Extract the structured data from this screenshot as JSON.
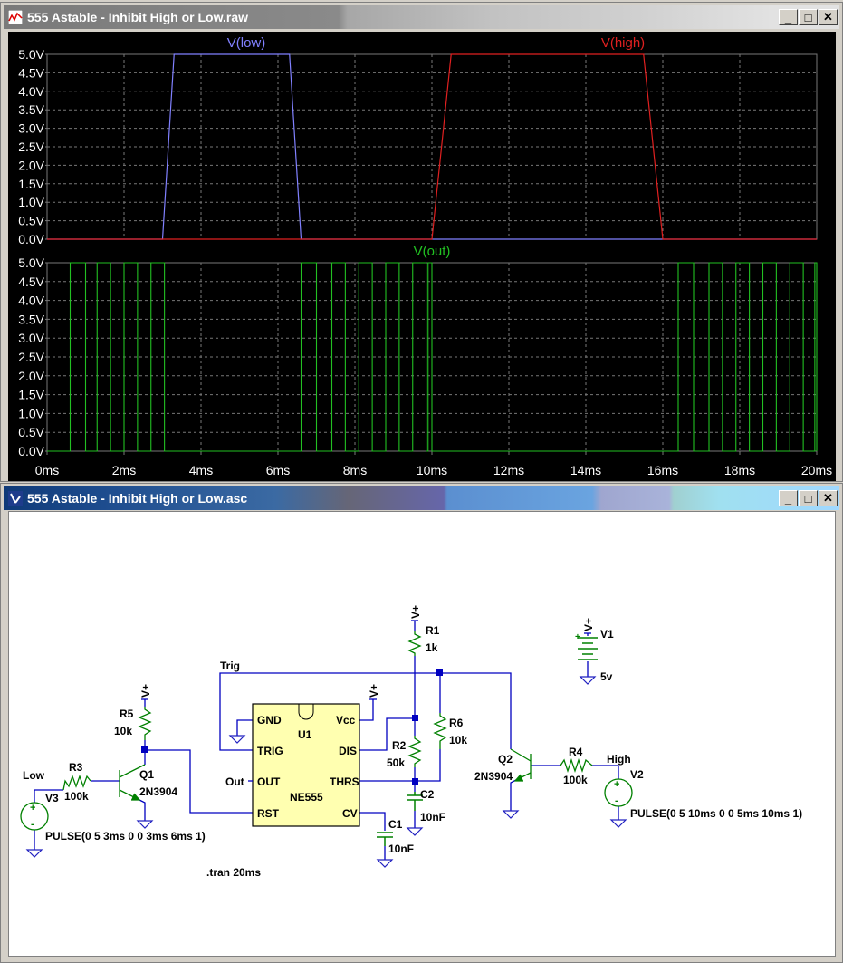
{
  "windows": {
    "waveform": {
      "title": "555 Astable - Inhibit High or Low.raw",
      "icon": "waveform-icon"
    },
    "schematic": {
      "title": "555 Astable - Inhibit High or Low.asc",
      "icon": "schematic-icon"
    }
  },
  "title_buttons": {
    "minimize": "_",
    "maximize": "□",
    "close": "✕"
  },
  "colors": {
    "plot_bg": "#000000",
    "grid": "#777777",
    "axis_text": "#ffffff",
    "v_low": "#8080ff",
    "v_high": "#e02020",
    "v_out": "#22c022",
    "wire": "#0000c0",
    "component": "#008000",
    "ic_fill": "#ffffb0",
    "ground": "#2020c0"
  },
  "chart_data": [
    {
      "type": "line",
      "title": "",
      "xlabel": "",
      "ylabel": "",
      "xlim": [
        0,
        20
      ],
      "ylim": [
        0,
        5
      ],
      "x_unit": "ms",
      "x_ticks": [
        "0ms",
        "2ms",
        "4ms",
        "6ms",
        "8ms",
        "10ms",
        "12ms",
        "14ms",
        "16ms",
        "18ms",
        "20ms"
      ],
      "y_ticks": [
        "0.0V",
        "0.5V",
        "1.0V",
        "1.5V",
        "2.0V",
        "2.5V",
        "3.0V",
        "3.5V",
        "4.0V",
        "4.5V",
        "5.0V"
      ],
      "series": [
        {
          "name": "V(low)",
          "x": [
            0,
            3.0,
            3.3,
            6.3,
            6.6,
            20
          ],
          "y": [
            0,
            0,
            5,
            5,
            0,
            0
          ]
        },
        {
          "name": "V(high)",
          "x": [
            0,
            10.0,
            10.5,
            15.5,
            16.0,
            20
          ],
          "y": [
            0,
            0,
            5,
            5,
            0,
            0
          ]
        }
      ]
    },
    {
      "type": "line",
      "title": "",
      "xlabel": "",
      "ylabel": "",
      "xlim": [
        0,
        20
      ],
      "ylim": [
        0,
        5
      ],
      "series": [
        {
          "name": "V(out)",
          "pulses": [
            [
              0.6,
              1.0
            ],
            [
              1.3,
              1.65
            ],
            [
              2.0,
              2.35
            ],
            [
              2.7,
              3.05
            ],
            [
              6.6,
              7.0
            ],
            [
              7.4,
              7.75
            ],
            [
              8.1,
              8.45
            ],
            [
              8.8,
              9.15
            ],
            [
              9.5,
              9.85
            ],
            [
              9.9,
              10.0
            ],
            [
              16.4,
              16.8
            ],
            [
              17.2,
              17.55
            ],
            [
              17.9,
              18.25
            ],
            [
              18.6,
              18.95
            ],
            [
              19.3,
              19.65
            ],
            [
              19.95,
              20.0
            ]
          ]
        }
      ]
    }
  ],
  "schematic": {
    "labels": {
      "trig_net": "Trig",
      "low_net": "Low",
      "high_net": "High",
      "vplus": "V+",
      "tran": ".tran 20ms"
    },
    "u1": {
      "ref": "U1",
      "model": "NE555",
      "pins": {
        "gnd": "GND",
        "vcc": "Vcc",
        "trig": "TRIG",
        "dis": "DIS",
        "out": "OUT",
        "thrs": "THRS",
        "rst": "RST",
        "cv": "CV"
      },
      "out_label": "Out"
    },
    "components": {
      "r1": {
        "ref": "R1",
        "value": "1k"
      },
      "r2": {
        "ref": "R2",
        "value": "50k"
      },
      "r3": {
        "ref": "R3",
        "value": "100k"
      },
      "r4": {
        "ref": "R4",
        "value": "100k"
      },
      "r5": {
        "ref": "R5",
        "value": "10k"
      },
      "r6": {
        "ref": "R6",
        "value": "10k"
      },
      "c1": {
        "ref": "C1",
        "value": "10nF"
      },
      "c2": {
        "ref": "C2",
        "value": "10nF"
      },
      "q1": {
        "ref": "Q1",
        "model": "2N3904"
      },
      "q2": {
        "ref": "Q2",
        "model": "2N3904"
      },
      "v1": {
        "ref": "V1",
        "value": "5v"
      },
      "v2": {
        "ref": "V2",
        "value": "PULSE(0 5 10ms 0 0 5ms 10ms 1)"
      },
      "v3": {
        "ref": "V3",
        "value": "PULSE(0 5 3ms 0 0 3ms 6ms 1)"
      }
    }
  }
}
